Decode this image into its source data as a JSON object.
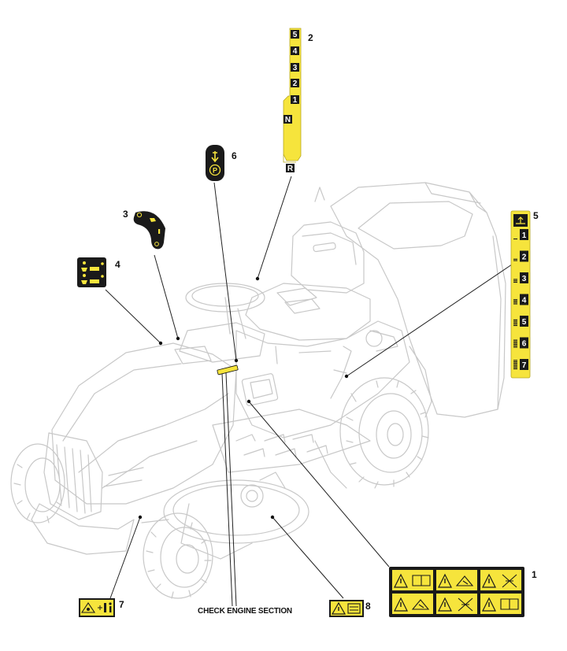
{
  "diagram": {
    "caption": "CHECK ENGINE SECTION",
    "callouts": {
      "c1": "1",
      "c2": "2",
      "c3": "3",
      "c4": "4",
      "c5": "5",
      "c6": "6",
      "c7": "7",
      "c8": "8"
    },
    "gear_labels": {
      "g5": "5",
      "g4": "4",
      "g3": "3",
      "g2": "2",
      "g1": "1",
      "neutral": "N",
      "reverse": "R"
    },
    "height_labels": [
      "1",
      "2",
      "3",
      "4",
      "5",
      "6",
      "7"
    ],
    "colors": {
      "decal_yellow": "#f6e43c",
      "decal_black": "#1a1a1a",
      "outline_grey": "#c8c8c8",
      "leader_line": "#222222"
    }
  }
}
